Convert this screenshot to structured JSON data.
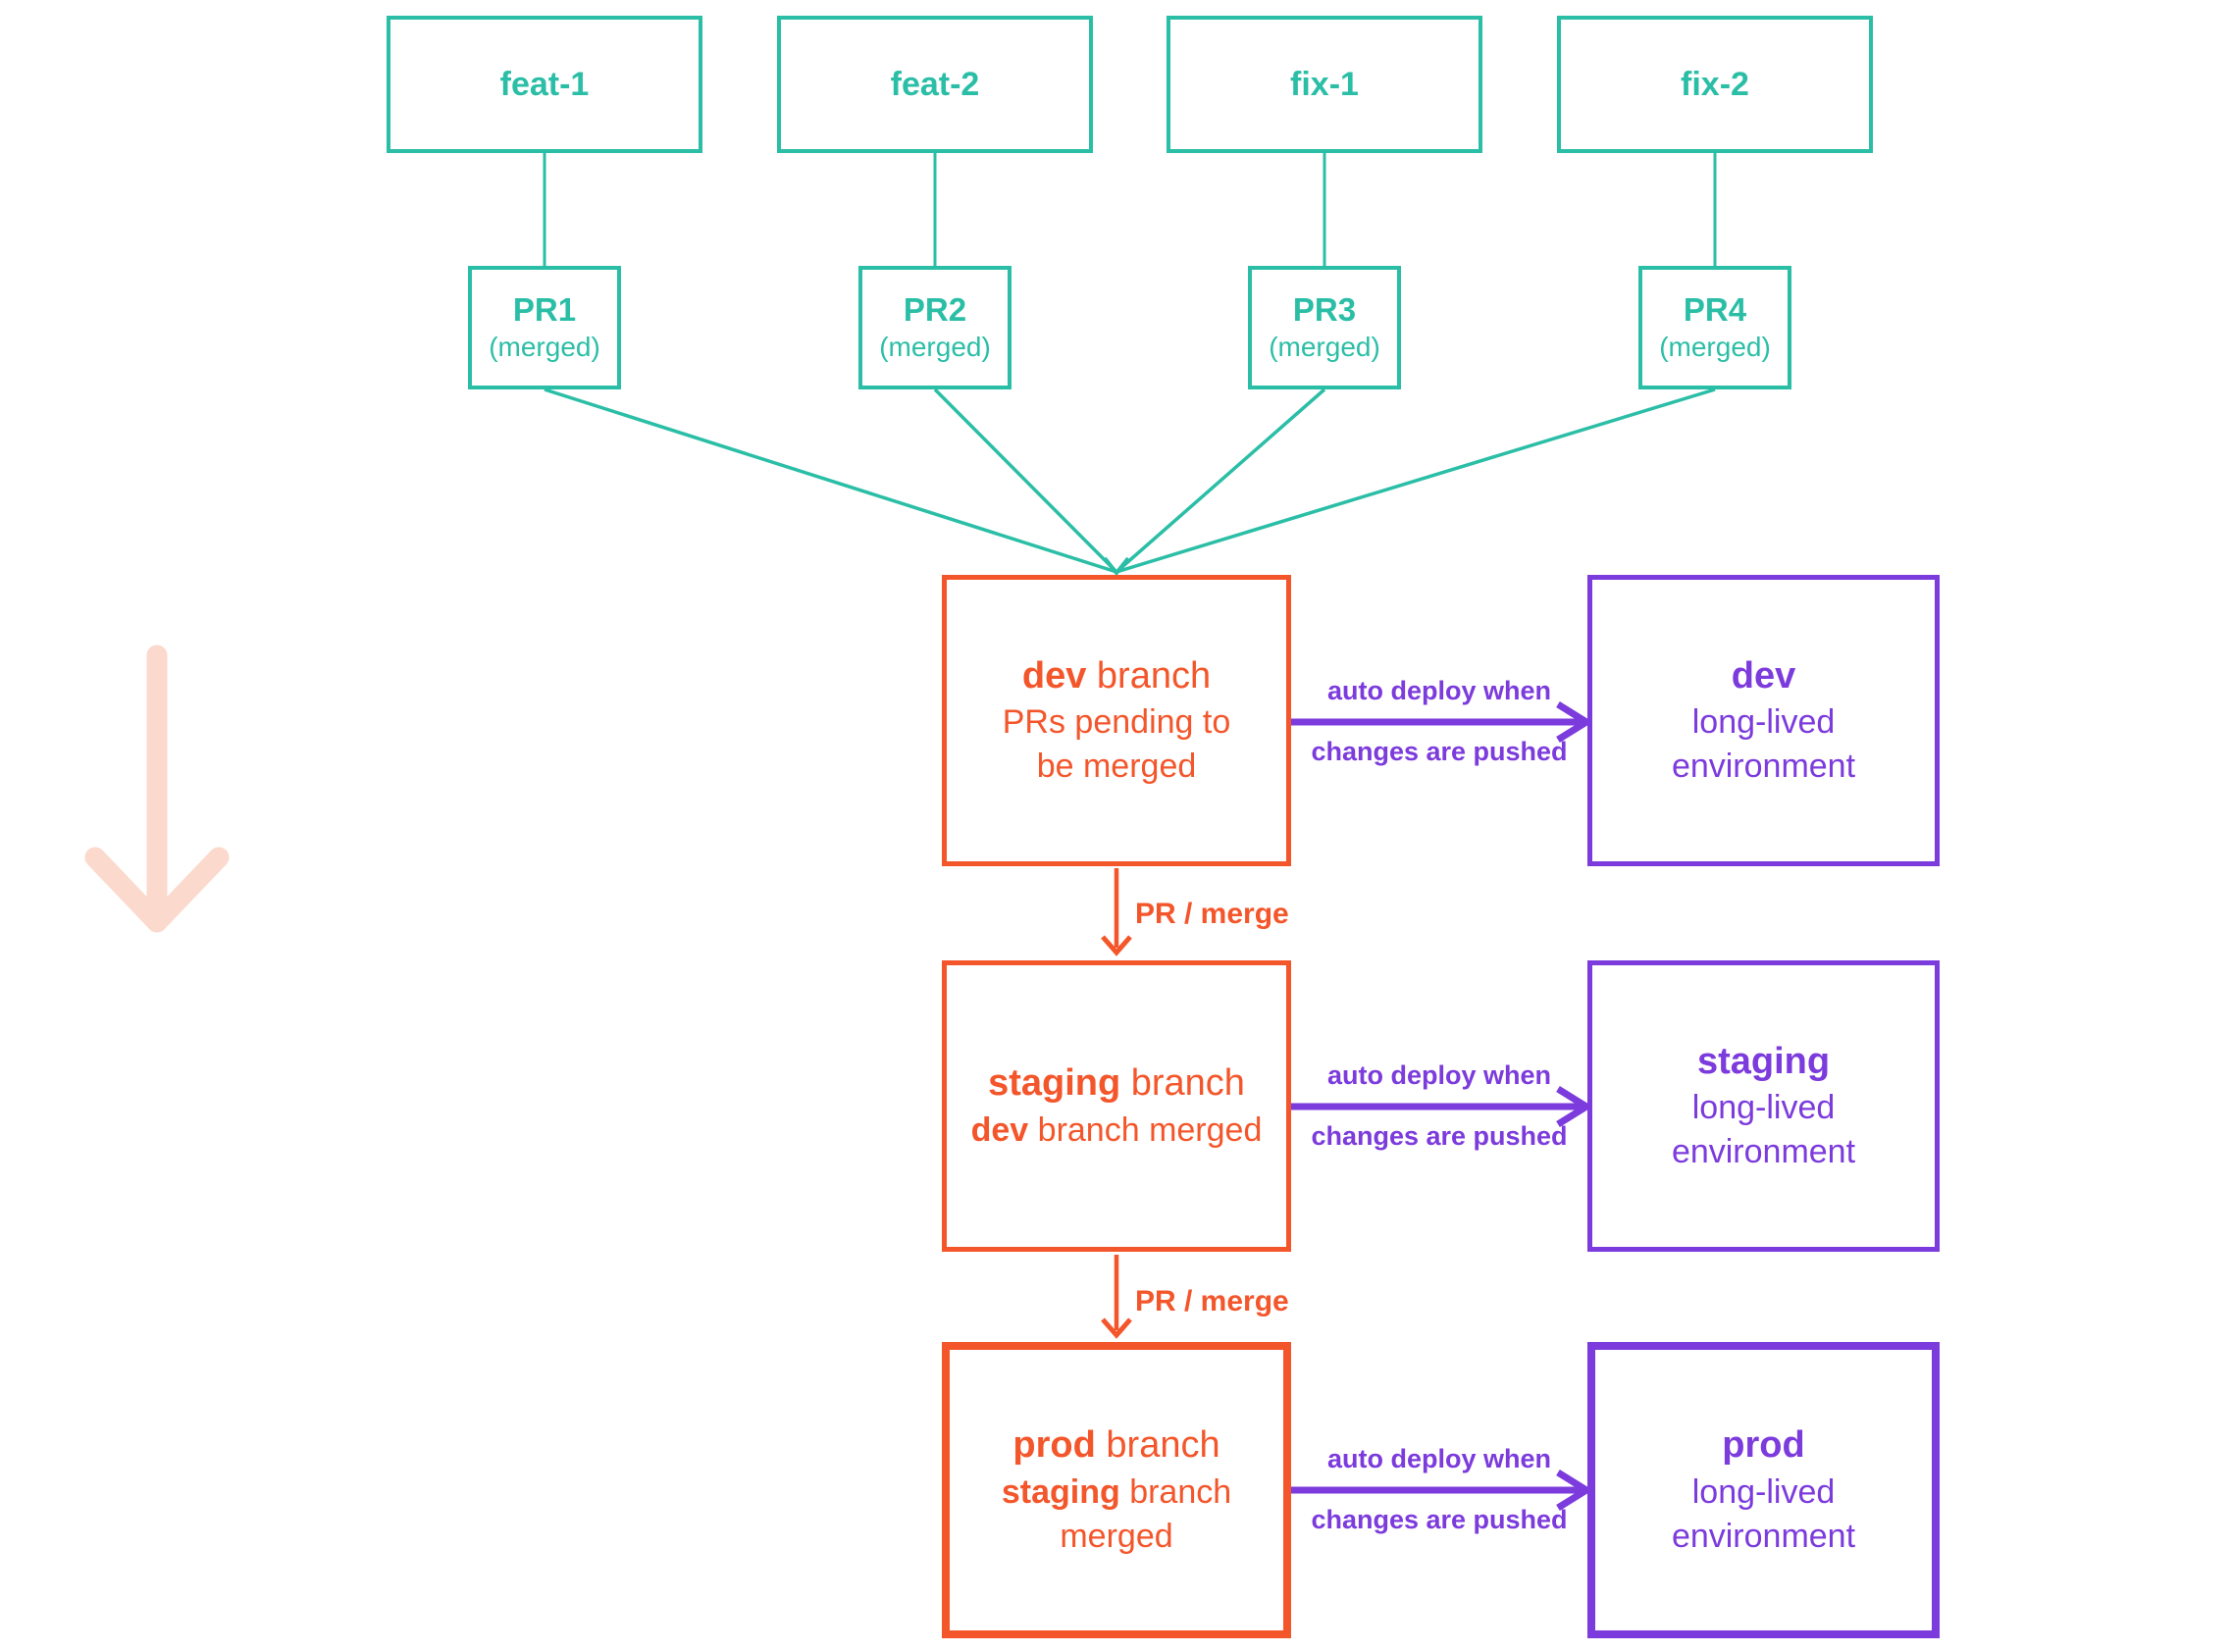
{
  "colors": {
    "teal": "#2BBEA6",
    "orange": "#F4562B",
    "purple": "#7C3BDC",
    "salmon": "#FBD9CC"
  },
  "feature_branches": [
    {
      "label": "feat-1"
    },
    {
      "label": "feat-2"
    },
    {
      "label": "fix-1"
    },
    {
      "label": "fix-2"
    }
  ],
  "pull_requests": [
    {
      "name": "PR1",
      "status": "(merged)"
    },
    {
      "name": "PR2",
      "status": "(merged)"
    },
    {
      "name": "PR3",
      "status": "(merged)"
    },
    {
      "name": "PR4",
      "status": "(merged)"
    }
  ],
  "branch_boxes": {
    "dev": {
      "title_bold": "dev",
      "title_rest": " branch",
      "sub_line1": "PRs pending to",
      "sub_line2": "be merged"
    },
    "staging": {
      "title_bold": "staging",
      "title_rest": " branch",
      "sub_bold": "dev",
      "sub_rest": " branch merged"
    },
    "prod": {
      "title_bold": "prod",
      "title_rest": " branch",
      "sub_bold": "staging",
      "sub_rest": " branch merged"
    }
  },
  "env_boxes": {
    "dev": {
      "title": "dev",
      "sub_line1": "long-lived",
      "sub_line2": "environment"
    },
    "staging": {
      "title": "staging",
      "sub_line1": "long-lived",
      "sub_line2": "environment"
    },
    "prod": {
      "title": "prod",
      "sub_line1": "long-lived",
      "sub_line2": "environment"
    }
  },
  "labels": {
    "deploy_line1": "auto deploy when",
    "deploy_line2": "changes are pushed",
    "merge": "PR / merge"
  }
}
